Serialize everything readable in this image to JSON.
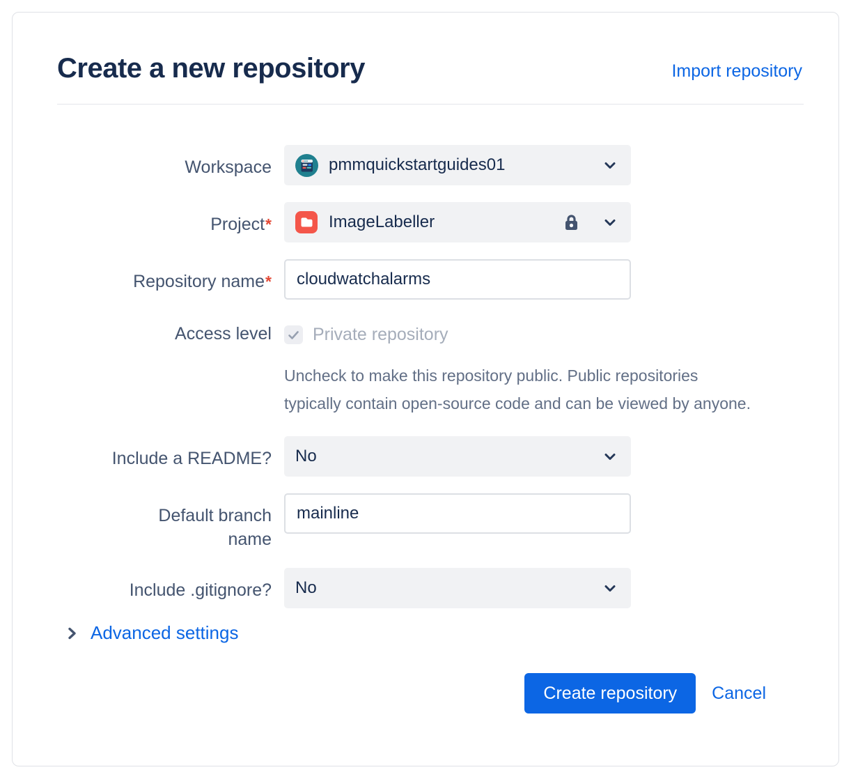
{
  "dialog": {
    "title": "Create a new repository",
    "import_link": "Import repository"
  },
  "form": {
    "workspace": {
      "label": "Workspace",
      "value": "pmmquickstartguides01",
      "avatar_icon": "workspace-avatar-browser-window",
      "avatar_colors": {
        "circle": "#20808F",
        "window": "#1D3A5F",
        "accent_blue": "#2684FF",
        "accent_red": "#F15B50",
        "accent_teal": "#5ECFC0"
      }
    },
    "project": {
      "label": "Project",
      "required_marker": "*",
      "value": "ImageLabeller",
      "icon": "red-folder-icon",
      "icon_color": "#F4564A",
      "lock_icon": "lock-icon"
    },
    "repository_name": {
      "label": "Repository name",
      "required_marker": "*",
      "value": "cloudwatchalarms"
    },
    "access_level": {
      "label": "Access level",
      "checkbox_checked": true,
      "checkbox_disabled": true,
      "checkbox_label": "Private repository",
      "help_text": "Uncheck to make this repository public. Public repositories typically contain open-source code and can be viewed by anyone."
    },
    "include_readme": {
      "label": "Include a README?",
      "value": "No"
    },
    "default_branch": {
      "label": "Default branch name",
      "value": "mainline"
    },
    "include_gitignore": {
      "label": "Include .gitignore?",
      "value": "No"
    },
    "advanced_settings_label": "Advanced settings"
  },
  "actions": {
    "create_label": "Create repository",
    "cancel_label": "Cancel"
  },
  "colors": {
    "title_text": "#172B4D",
    "label_text": "#44546F",
    "link_blue": "#0C66E4",
    "primary_button": "#0C66E4",
    "field_background": "#F1F2F4",
    "input_border": "#DCDFE4",
    "disabled_text": "#A5ADBA",
    "help_text": "#626F86",
    "required_red": "#E34935",
    "card_border": "#DFE1E6"
  }
}
